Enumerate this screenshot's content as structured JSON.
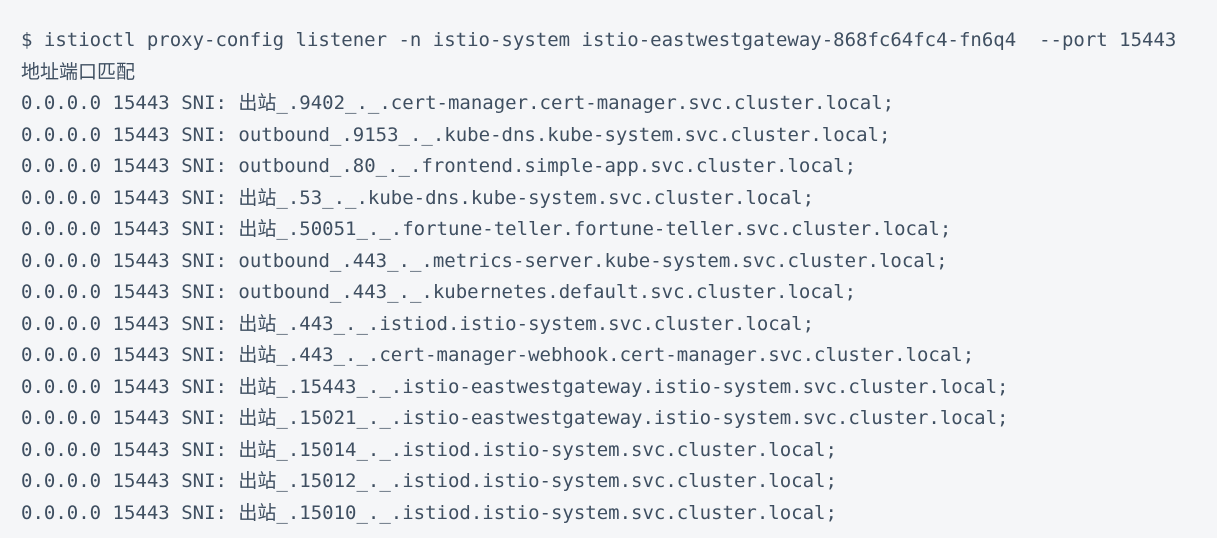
{
  "terminal": {
    "colors": {
      "background": "#f5f6f8",
      "text": "#3f4f61"
    },
    "command": "$ istioctl proxy-config listener -n istio-system istio-eastwestgateway-868fc64fc4-fn6q4  --port 15443",
    "header": "地址端口匹配",
    "entries": [
      {
        "address": "0.0.0.0",
        "port": "15443",
        "label": "SNI:",
        "sni": "出站_.9402_._.cert-manager.cert-manager.svc.cluster.local;"
      },
      {
        "address": "0.0.0.0",
        "port": "15443",
        "label": "SNI:",
        "sni": "outbound_.9153_._.kube-dns.kube-system.svc.cluster.local;"
      },
      {
        "address": "0.0.0.0",
        "port": "15443",
        "label": "SNI:",
        "sni": "outbound_.80_._.frontend.simple-app.svc.cluster.local;"
      },
      {
        "address": "0.0.0.0",
        "port": "15443",
        "label": "SNI:",
        "sni": "出站_.53_._.kube-dns.kube-system.svc.cluster.local;"
      },
      {
        "address": "0.0.0.0",
        "port": "15443",
        "label": "SNI:",
        "sni": "出站_.50051_._.fortune-teller.fortune-teller.svc.cluster.local;"
      },
      {
        "address": "0.0.0.0",
        "port": "15443",
        "label": "SNI:",
        "sni": "outbound_.443_._.metrics-server.kube-system.svc.cluster.local;"
      },
      {
        "address": "0.0.0.0",
        "port": "15443",
        "label": "SNI:",
        "sni": "outbound_.443_._.kubernetes.default.svc.cluster.local;"
      },
      {
        "address": "0.0.0.0",
        "port": "15443",
        "label": "SNI:",
        "sni": "出站_.443_._.istiod.istio-system.svc.cluster.local;"
      },
      {
        "address": "0.0.0.0",
        "port": "15443",
        "label": "SNI:",
        "sni": "出站_.443_._.cert-manager-webhook.cert-manager.svc.cluster.local;"
      },
      {
        "address": "0.0.0.0",
        "port": "15443",
        "label": "SNI:",
        "sni": "出站_.15443_._.istio-eastwestgateway.istio-system.svc.cluster.local;"
      },
      {
        "address": "0.0.0.0",
        "port": "15443",
        "label": "SNI:",
        "sni": "出站_.15021_._.istio-eastwestgateway.istio-system.svc.cluster.local;"
      },
      {
        "address": "0.0.0.0",
        "port": "15443",
        "label": "SNI:",
        "sni": "出站_.15014_._.istiod.istio-system.svc.cluster.local;"
      },
      {
        "address": "0.0.0.0",
        "port": "15443",
        "label": "SNI:",
        "sni": "出站_.15012_._.istiod.istio-system.svc.cluster.local;"
      },
      {
        "address": "0.0.0.0",
        "port": "15443",
        "label": "SNI:",
        "sni": "出站_.15010_._.istiod.istio-system.svc.cluster.local;"
      }
    ]
  }
}
